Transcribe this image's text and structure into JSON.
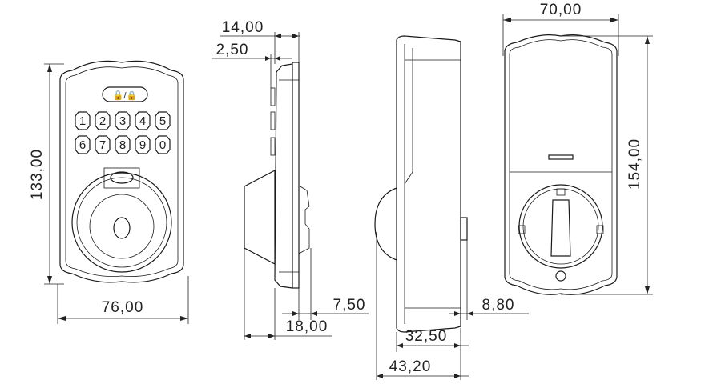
{
  "front_view": {
    "indicator": "🔓/🔒",
    "keys": [
      "1",
      "2",
      "3",
      "4",
      "5",
      "6",
      "7",
      "8",
      "9",
      "0"
    ],
    "height_dim": "133,00",
    "width_dim": "76,00"
  },
  "side_view_exterior": {
    "plate_depth_dim": "14,00",
    "offset_dim": "2,50",
    "rear_dim": "7,50",
    "knob_depth_dim": "18,00"
  },
  "side_view_interior": {
    "body_depth_dim": "32,50",
    "total_depth_dim": "43,20",
    "spindle_dim": "8,80"
  },
  "back_view": {
    "width_dim": "70,00",
    "height_dim": "154,00"
  }
}
